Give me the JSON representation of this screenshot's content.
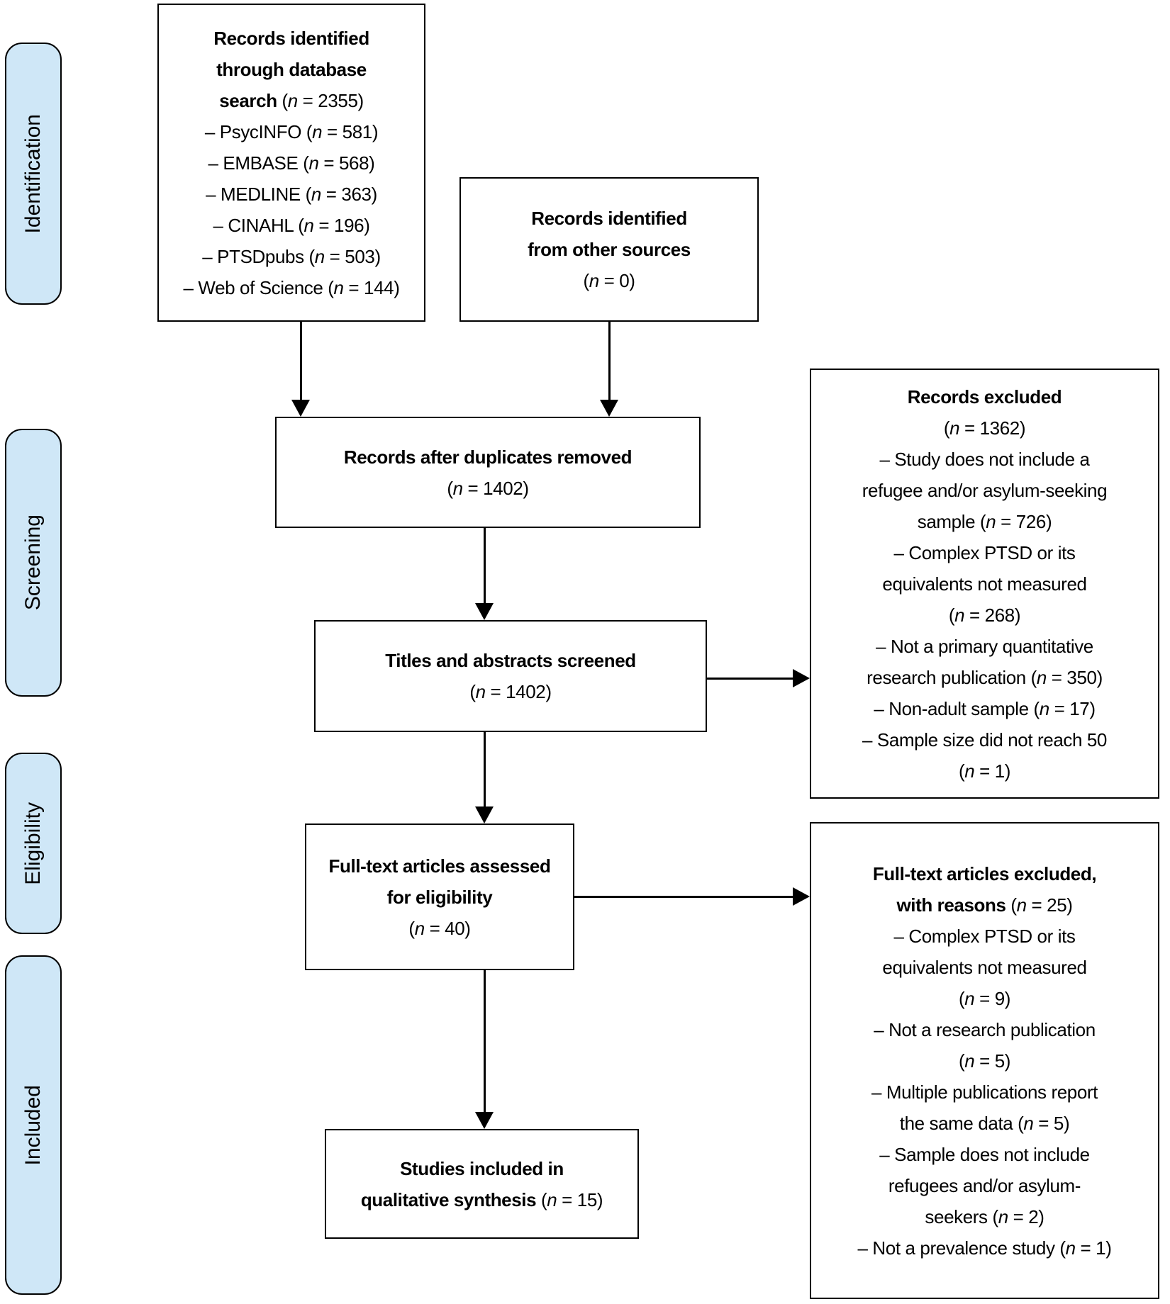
{
  "palette": {
    "stage_fill": "#cfe7f7",
    "border": "#000000",
    "box_fill": "#ffffff"
  },
  "stages": [
    {
      "label": "Identification"
    },
    {
      "label": "Screening"
    },
    {
      "label": "Eligibility"
    },
    {
      "label": "Included"
    }
  ],
  "boxes": {
    "database_search": {
      "lines": [
        "Records identified",
        "through database",
        "search (n = 2355)",
        "– PsycINFO (n = 581)",
        "– EMBASE (n = 568)",
        "– MEDLINE (n = 363)",
        "– CINAHL (n = 196)",
        "– PTSDpubs (n = 503)",
        "– Web of Science (n = 144)"
      ]
    },
    "other_sources": {
      "lines": [
        "Records identified",
        "from other sources",
        "(n = 0)"
      ]
    },
    "duplicates_removed": {
      "lines": [
        "Records after duplicates removed",
        "(n = 1402)"
      ]
    },
    "titles_screened": {
      "lines": [
        "Titles and abstracts screened",
        "(n = 1402)"
      ]
    },
    "records_excluded": {
      "lines": [
        "Records excluded",
        "(n = 1362)",
        "– Study does not include a",
        "refugee and/or asylum-seeking",
        "sample (n = 726)",
        "– Complex PTSD or its",
        "equivalents not measured",
        "(n = 268)",
        "– Not a primary quantitative",
        "research publication (n = 350)",
        "– Non-adult sample (n = 17)",
        "– Sample size did not reach 50",
        "(n = 1)"
      ]
    },
    "fulltext_assessed": {
      "lines": [
        "Full-text articles assessed",
        "for eligibility",
        "(n = 40)"
      ]
    },
    "fulltext_excluded": {
      "lines": [
        "Full-text articles excluded,",
        "with reasons (n = 25)",
        "– Complex PTSD or its",
        "equivalents not measured",
        "(n = 9)",
        "– Not a research publication",
        "(n = 5)",
        "– Multiple publications report",
        "the same data  (n = 5)",
        "– Sample does not include",
        "refugees and/or asylum-",
        "seekers (n = 2)",
        "– Not a prevalence study  (n = 1)"
      ]
    },
    "included_synthesis": {
      "lines": [
        "Studies included in",
        "qualitative synthesis (n = 15)"
      ]
    }
  }
}
